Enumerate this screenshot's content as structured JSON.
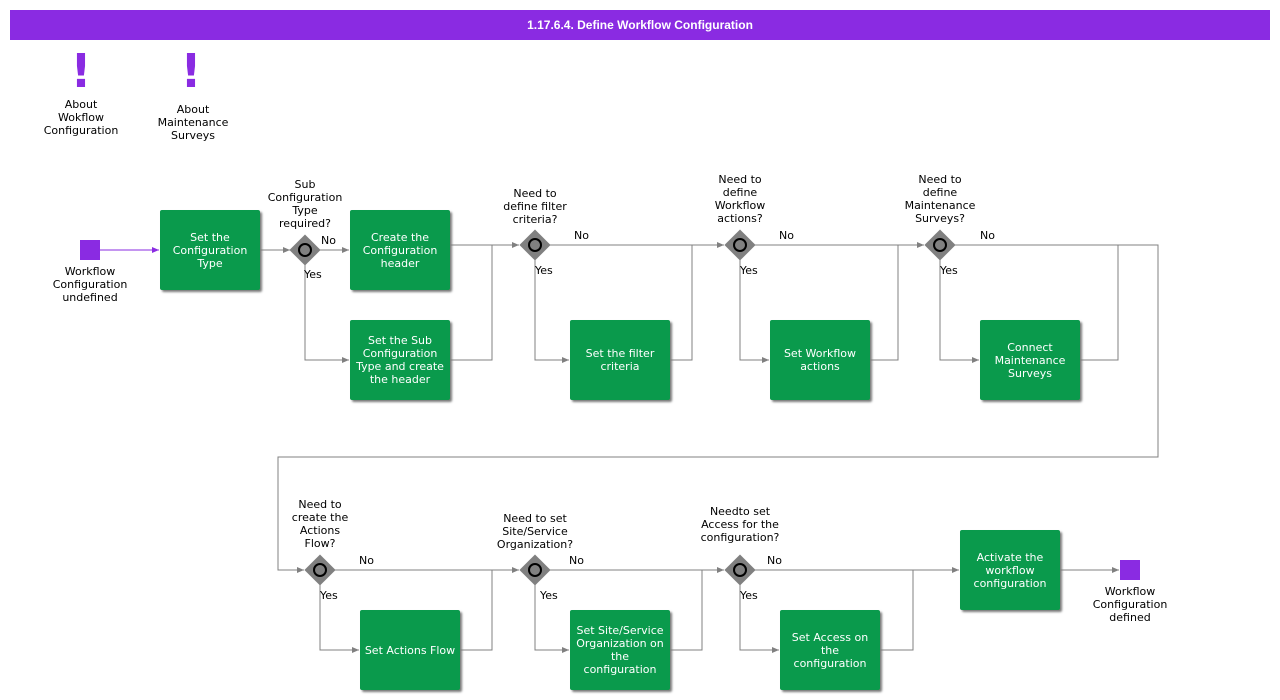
{
  "header": {
    "title": "1.17.6.4. Define Workflow Configuration"
  },
  "notes": {
    "about_workflow": "About\nWokflow\nConfiguration",
    "about_surveys": "About\nMaintenance\nSurveys"
  },
  "events": {
    "start": "Workflow\nConfiguration\nundefined",
    "end": "Workflow\nConfiguration\ndefined"
  },
  "tasks": {
    "set_config_type": "Set the\nConfiguration\nType",
    "create_header": "Create the\nConfiguration\nheader",
    "set_sub_type": "Set the Sub\nConfiguration\nType and create\nthe header",
    "set_filter": "Set the filter\ncriteria",
    "set_workflow_actions": "Set Workflow\nactions",
    "connect_surveys": "Connect\nMaintenance\nSurveys",
    "set_actions_flow": "Set Actions Flow",
    "set_site_org": "Set Site/Service\nOrganization on\nthe configuration",
    "set_access": "Set Access on\nthe configuration",
    "activate": "Activate the\nworkflow\nconfiguration"
  },
  "gateways": {
    "g1": "Sub\nConfiguration\nType\nrequired?",
    "g2": "Need to\ndefine filter\ncriteria?",
    "g3": "Need to\ndefine\nWorkflow\nactions?",
    "g4": "Need to\ndefine\nMaintenance\nSurveys?",
    "g5": "Need to\ncreate the\nActions\nFlow?",
    "g6": "Need to set\nSite/Service\nOrganization?",
    "g7": "Needto set\nAccess for the\nconfiguration?"
  },
  "flow_labels": {
    "no": "No",
    "yes": "Yes"
  },
  "colors": {
    "accent": "#8a2be2",
    "task": "#0a9a4c",
    "gateway": "#808080",
    "flow": "#808080"
  },
  "icons": {
    "note": "exclamation-icon"
  }
}
